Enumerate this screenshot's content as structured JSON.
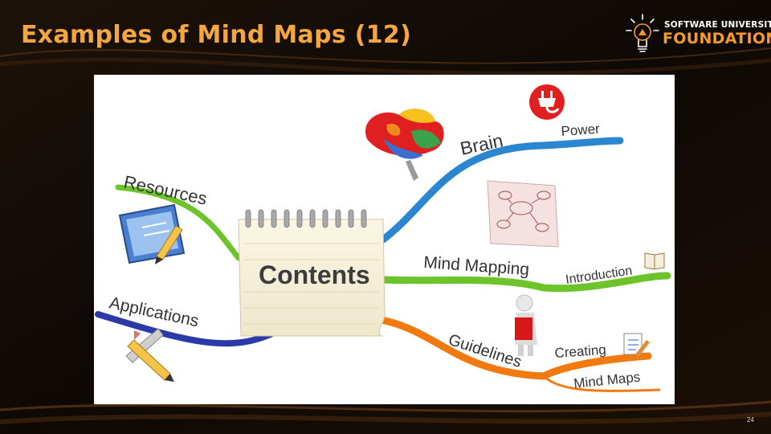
{
  "slide": {
    "title": "Examples of Mind Maps (12)",
    "page_number": "24"
  },
  "logo": {
    "line1": "SOFTWARE UNIVERSITY",
    "line2": "FOUNDATION"
  },
  "mindmap": {
    "center": "Contents",
    "branches": {
      "resources": "Resources",
      "applications": "Applications",
      "brain": "Brain",
      "power": "Power",
      "mind_mapping": "Mind Mapping",
      "introduction": "Introduction",
      "guidelines": "Guidelines",
      "creating": "Creating",
      "mind_maps": "Mind Maps"
    }
  },
  "colors": {
    "title": "#f4a640",
    "green": "#6cc32a",
    "blue": "#2a86d0",
    "navy": "#2b3aa8",
    "orange": "#f07a10",
    "red": "#e02020"
  }
}
